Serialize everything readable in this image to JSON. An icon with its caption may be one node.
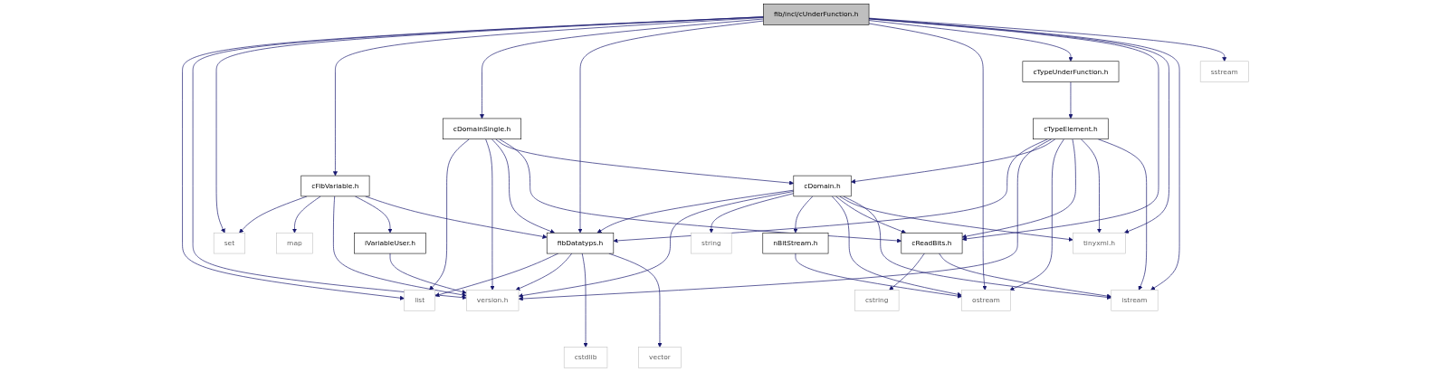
{
  "diagram": {
    "nodes": [
      {
        "text": [
          "fib/incl/cUnderFunction.h"
        ]
      },
      {
        "text": [
          "cTypeUnderFunction.h"
        ]
      },
      {
        "text": [
          "sstream"
        ]
      },
      {
        "text": [
          "cDomainSingle.h"
        ]
      },
      {
        "text": [
          "cTypeElement.h"
        ]
      },
      {
        "text": [
          "cFibVariable.h"
        ]
      },
      {
        "text": [
          "cDomain.h"
        ]
      },
      {
        "text": [
          "set"
        ]
      },
      {
        "text": [
          "map"
        ]
      },
      {
        "text": [
          "iVariableUser.h"
        ]
      },
      {
        "text": [
          "fibDatatyps.h"
        ]
      },
      {
        "text": [
          "string"
        ]
      },
      {
        "text": [
          "nBitStream.h"
        ]
      },
      {
        "text": [
          "cReadBits.h"
        ]
      },
      {
        "text": [
          "tinyxml.h"
        ]
      },
      {
        "text": [
          "list"
        ]
      },
      {
        "text": [
          "version.h"
        ]
      },
      {
        "text": [
          "cstdlib"
        ]
      },
      {
        "text": [
          "vector"
        ]
      },
      {
        "text": [
          "ostream"
        ]
      },
      {
        "text": [
          "cstring"
        ]
      },
      {
        "text": [
          "istream"
        ]
      }
    ],
    "edges": [
      {
        "from": 0,
        "to": 15,
        "arrow": "to"
      },
      {
        "from": 0,
        "to": 16,
        "arrow": "to"
      },
      {
        "from": 0,
        "to": 7,
        "arrow": "to"
      },
      {
        "from": 0,
        "to": 5,
        "arrow": "to"
      },
      {
        "from": 0,
        "to": 3,
        "arrow": "to"
      },
      {
        "from": 0,
        "to": 10,
        "arrow": "to"
      },
      {
        "from": 0,
        "to": 19,
        "arrow": "to"
      },
      {
        "from": 0,
        "to": 1,
        "arrow": "to"
      },
      {
        "from": 0,
        "to": 13,
        "arrow": "to"
      },
      {
        "from": 0,
        "to": 14,
        "arrow": "to"
      },
      {
        "from": 0,
        "to": 21,
        "arrow": "to"
      },
      {
        "from": 0,
        "to": 2,
        "arrow": "to"
      },
      {
        "from": 1,
        "to": 4,
        "arrow": "to"
      },
      {
        "from": 3,
        "to": 15,
        "arrow": "to"
      },
      {
        "from": 3,
        "to": 16,
        "arrow": "to"
      },
      {
        "from": 3,
        "to": 10,
        "arrow": "to"
      },
      {
        "from": 3,
        "to": 6,
        "arrow": "to"
      },
      {
        "from": 3,
        "to": 13,
        "arrow": "to"
      },
      {
        "from": 4,
        "to": 10,
        "arrow": "to"
      },
      {
        "from": 4,
        "to": 16,
        "arrow": "to"
      },
      {
        "from": 4,
        "to": 6,
        "arrow": "to"
      },
      {
        "from": 4,
        "to": 19,
        "arrow": "to"
      },
      {
        "from": 4,
        "to": 13,
        "arrow": "to"
      },
      {
        "from": 4,
        "to": 14,
        "arrow": "to"
      },
      {
        "from": 4,
        "to": 21,
        "arrow": "to"
      },
      {
        "from": 5,
        "to": 7,
        "arrow": "to"
      },
      {
        "from": 5,
        "to": 8,
        "arrow": "to"
      },
      {
        "from": 5,
        "to": 16,
        "arrow": "to"
      },
      {
        "from": 5,
        "to": 9,
        "arrow": "to"
      },
      {
        "from": 5,
        "to": 10,
        "arrow": "to"
      },
      {
        "from": 6,
        "to": 10,
        "arrow": "to"
      },
      {
        "from": 6,
        "to": 16,
        "arrow": "to"
      },
      {
        "from": 6,
        "to": 11,
        "arrow": "to"
      },
      {
        "from": 6,
        "to": 12,
        "arrow": "to"
      },
      {
        "from": 6,
        "to": 19,
        "arrow": "to"
      },
      {
        "from": 6,
        "to": 13,
        "arrow": "to"
      },
      {
        "from": 6,
        "to": 14,
        "arrow": "to"
      },
      {
        "from": 6,
        "to": 21,
        "arrow": "to"
      },
      {
        "from": 9,
        "to": 16,
        "arrow": "to"
      },
      {
        "from": 10,
        "to": 15,
        "arrow": "to"
      },
      {
        "from": 10,
        "to": 16,
        "arrow": "to"
      },
      {
        "from": 10,
        "to": 17,
        "arrow": "to"
      },
      {
        "from": 10,
        "to": 18,
        "arrow": "to"
      },
      {
        "from": 12,
        "to": 19,
        "arrow": "to"
      },
      {
        "from": 13,
        "to": 20,
        "arrow": "to"
      },
      {
        "from": 13,
        "to": 21,
        "arrow": "to"
      }
    ]
  }
}
